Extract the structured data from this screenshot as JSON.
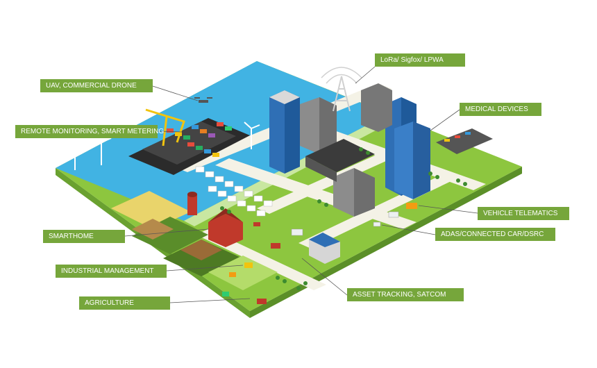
{
  "labels": {
    "lora": "LoRa/ Sigfox/ LPWA",
    "uav": "UAV, COMMERCIAL DRONE",
    "medical": "MEDICAL DEVICES",
    "remote": "REMOTE MONITORING, SMART METERING",
    "smarthome": "SMARTHOME",
    "vehicle": "VEHICLE TELEMATICS",
    "adas": "ADAS/CONNECTED CAR/DSRC",
    "industrial": "INDUSTRIAL MANAGEMENT",
    "asset": "ASSET TRACKING, SATCOM",
    "agriculture": "AGRICULTURE"
  },
  "colors": {
    "label_bg": "#76a63b",
    "label_text": "#ffffff",
    "water": "#3aaee0",
    "grass": "#8dc63f",
    "road": "#f3f1e6",
    "building_blue": "#2f6fb5",
    "building_gray": "#8c8c8c"
  }
}
